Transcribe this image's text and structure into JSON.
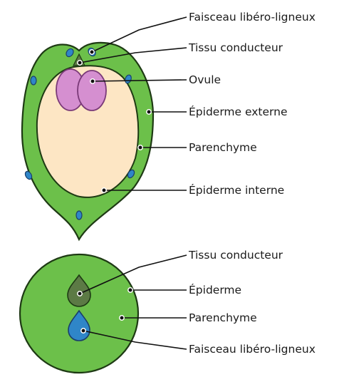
{
  "colors": {
    "carpel_wall": "#6cc04a",
    "outline": "#1e3a14",
    "locule": "#fde6c4",
    "ovule": "#d58fd0",
    "ovule_outline": "#7a3a78",
    "bundle": "#2f86c8",
    "conductive_tissue": "#5c7a45",
    "background": "#ffffff"
  },
  "longitudinal_section": {
    "labels": {
      "bundle": "Faisceau libéro-ligneux",
      "conductive": "Tissu conducteur",
      "ovule": "Ovule",
      "outer_epidermis": "Épiderme externe",
      "parenchyma": "Parenchyme",
      "inner_epidermis": "Épiderme interne"
    }
  },
  "cross_section": {
    "labels": {
      "conductive": "Tissu conducteur",
      "epidermis": "Épiderme",
      "parenchyma": "Parenchyme",
      "bundle": "Faisceau libéro-ligneux"
    }
  }
}
